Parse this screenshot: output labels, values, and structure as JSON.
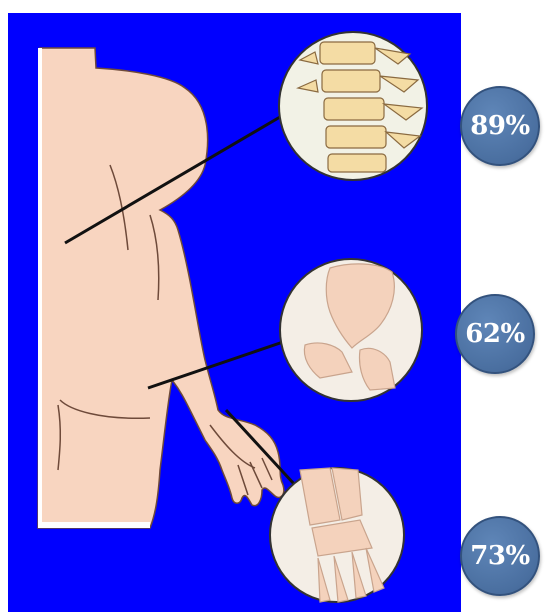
{
  "colors": {
    "panel_background": "#0000ff",
    "skin": "#f8d5c0",
    "outline": "#6e4a3a",
    "bone": "#f4dca4",
    "badge_fill": "#4a6fa0",
    "badge_text": "#ffffff"
  },
  "badges": [
    {
      "region": "spine",
      "value": "89%"
    },
    {
      "region": "hip",
      "value": "62%"
    },
    {
      "region": "wrist",
      "value": "73%"
    }
  ],
  "icons": [
    "spine-detail-icon",
    "hip-joint-detail-icon",
    "wrist-detail-icon",
    "human-back-figure"
  ]
}
